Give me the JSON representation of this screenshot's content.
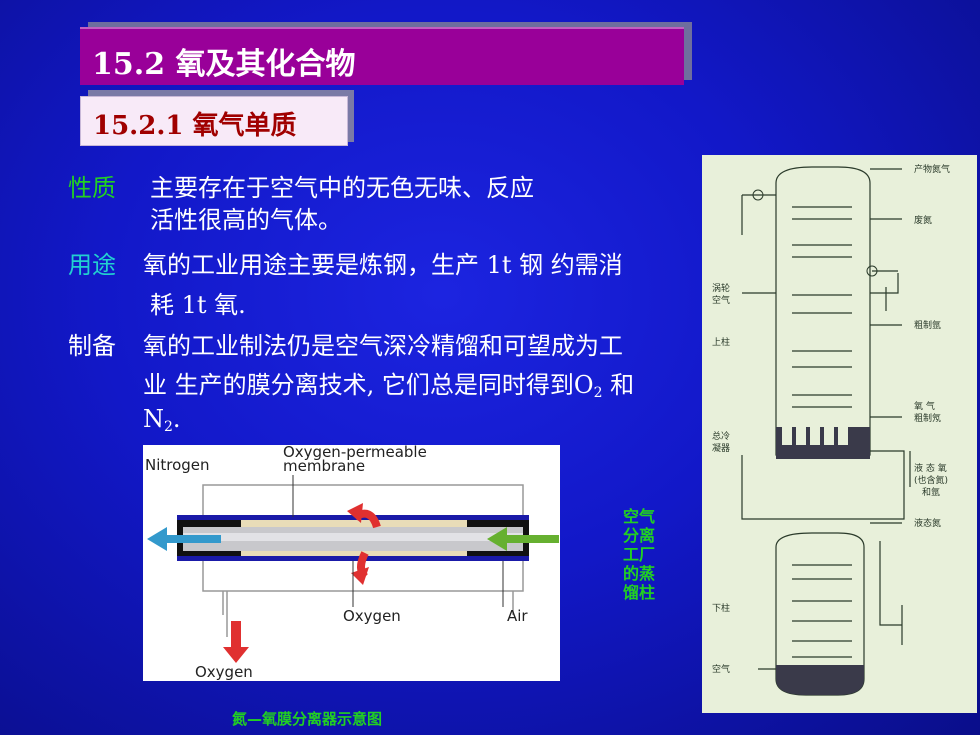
{
  "title": "15.2  氧及其化合物",
  "subtitle": "15.2.1  氧气单质",
  "properties": {
    "label": "性质",
    "line1": "主要存在于空气中的无色无味、反应",
    "line2": "活性很高的气体。"
  },
  "uses": {
    "label": "用途",
    "line1": "氧的工业用途主要是炼钢，生产 1t 钢 约需消",
    "line2": "耗 1t 氧."
  },
  "preparation": {
    "label": "制备",
    "line1": "氧的工业制法仍是空气深冷精馏和可望成为工",
    "line2a": "业 生产的膜分离技术, 它们总是同时得到O",
    "line2_sub": "2",
    "line2b": " 和",
    "line3a": "N",
    "line3_sub": "2",
    "line3b": "."
  },
  "membrane_diagram": {
    "label_nitrogen": "Nitrogen",
    "label_membrane_1": "Oxygen-permeable",
    "label_membrane_2": "membrane",
    "label_oxygen_mid": "Oxygen",
    "label_air": "Air",
    "label_oxygen_out": "Oxygen"
  },
  "caption": "氮—氧膜分离器示意图",
  "side_label": [
    "空气",
    "分离",
    "工厂",
    "的蒸",
    "馏柱"
  ],
  "column_diagram": {
    "product_nitrogen": "产物氮气",
    "waste_nitrogen": "废氮",
    "turbine_air_1": "涡轮",
    "turbine_air_2": "空气",
    "crude_argon": "粗制氩",
    "upper_column": "上柱",
    "oxygen_crude_argon_1": "氧  气",
    "oxygen_crude_argon_2": "粗制氖",
    "condenser_1": "总冷",
    "condenser_2": "凝器",
    "liquid_oxygen_1": "液 态 氧",
    "liquid_oxygen_2": "(也含氮)",
    "liquid_oxygen_3": "和氩",
    "liquid_nitrogen": "液态氮",
    "lower_column": "下柱",
    "air_in": "空气"
  },
  "colors": {
    "background": "#1218c8",
    "title_bg": "#990099",
    "label_green": "#22d022",
    "label_cyan": "#22d0d0",
    "subtitle_text": "#a00000"
  }
}
